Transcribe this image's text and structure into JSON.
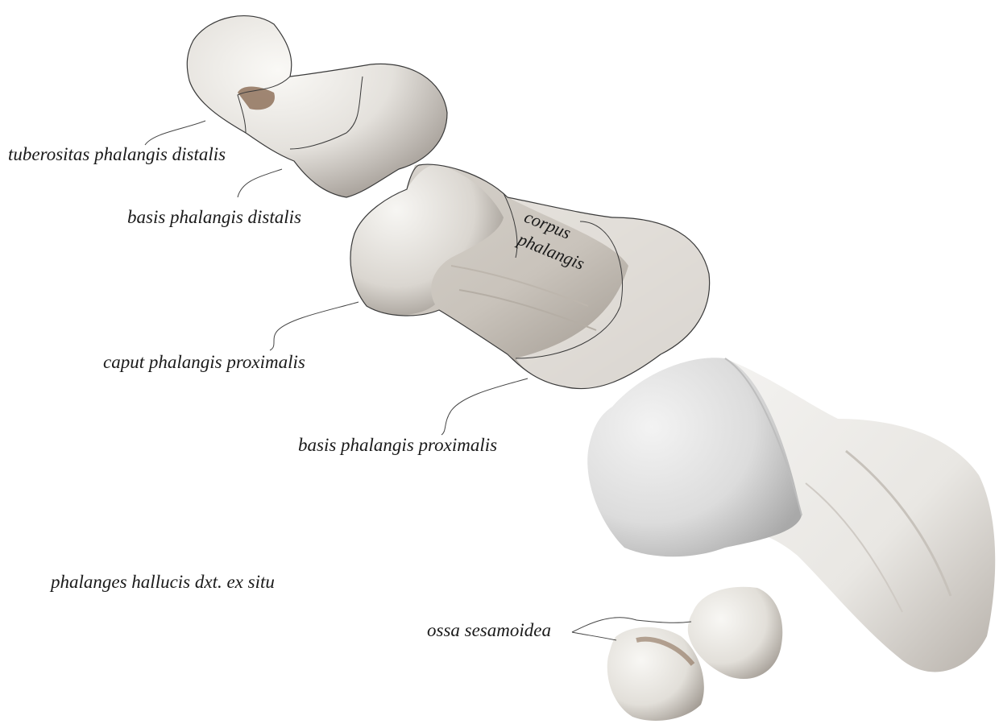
{
  "labels": {
    "tuberositas": "tuberositas phalangis distalis",
    "basis_distalis": "basis phalangis distalis",
    "corpus_line1": "corpus",
    "corpus_line2": "phalangis",
    "caput_proximalis": "caput phalangis proximalis",
    "basis_proximalis": "basis phalangis proximalis",
    "caption": "phalanges hallucis dxt. ex situ",
    "ossa_sesamoidea": "ossa sesamoidea"
  },
  "colors": {
    "background": "#ffffff",
    "bone_light": "#f2f1ee",
    "bone_mid": "#dcd9d4",
    "bone_shadow": "#a8a29b",
    "outline": "#3a3a3a",
    "text": "#1a1a1a"
  }
}
